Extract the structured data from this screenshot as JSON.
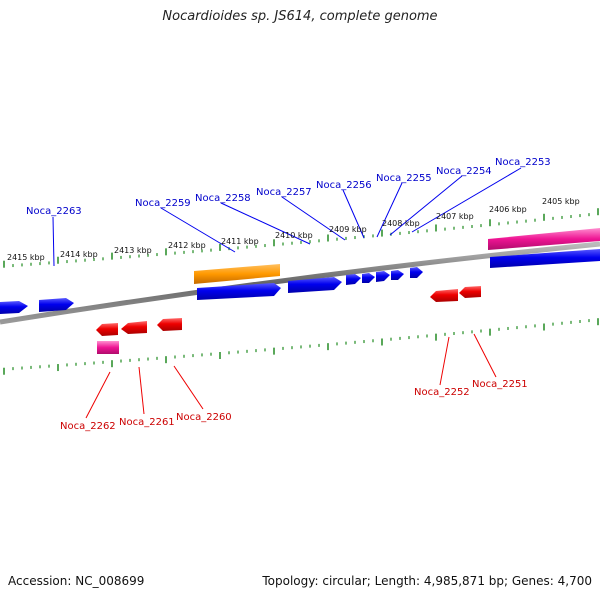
{
  "title": "Nocardioides sp. JS614, complete genome",
  "footer": {
    "accession": "Accession: NC_008699",
    "stats": "Topology: circular; Length: 4,985,871 bp; Genes: 4,700"
  },
  "ticks": [
    "2415 kbp",
    "2414 kbp",
    "2413 kbp",
    "2412 kbp",
    "2411 kbp",
    "2410 kbp",
    "2409 kbp",
    "2408 kbp",
    "2407 kbp",
    "2406 kbp",
    "2405 kbp"
  ],
  "genes_top": [
    "Noca_2263",
    "Noca_2259",
    "Noca_2258",
    "Noca_2257",
    "Noca_2256",
    "Noca_2255",
    "Noca_2254",
    "Noca_2253"
  ],
  "genes_bottom": [
    "Noca_2262",
    "Noca_2261",
    "Noca_2260",
    "Noca_2252",
    "Noca_2251"
  ],
  "colors": {
    "forward_gene": "#0000ee",
    "reverse_gene": "#ee0000",
    "pseudo_gene": "#ee1493",
    "rna_feature": "#ff9900",
    "backbone": "#777777",
    "tick": "#228b22"
  }
}
